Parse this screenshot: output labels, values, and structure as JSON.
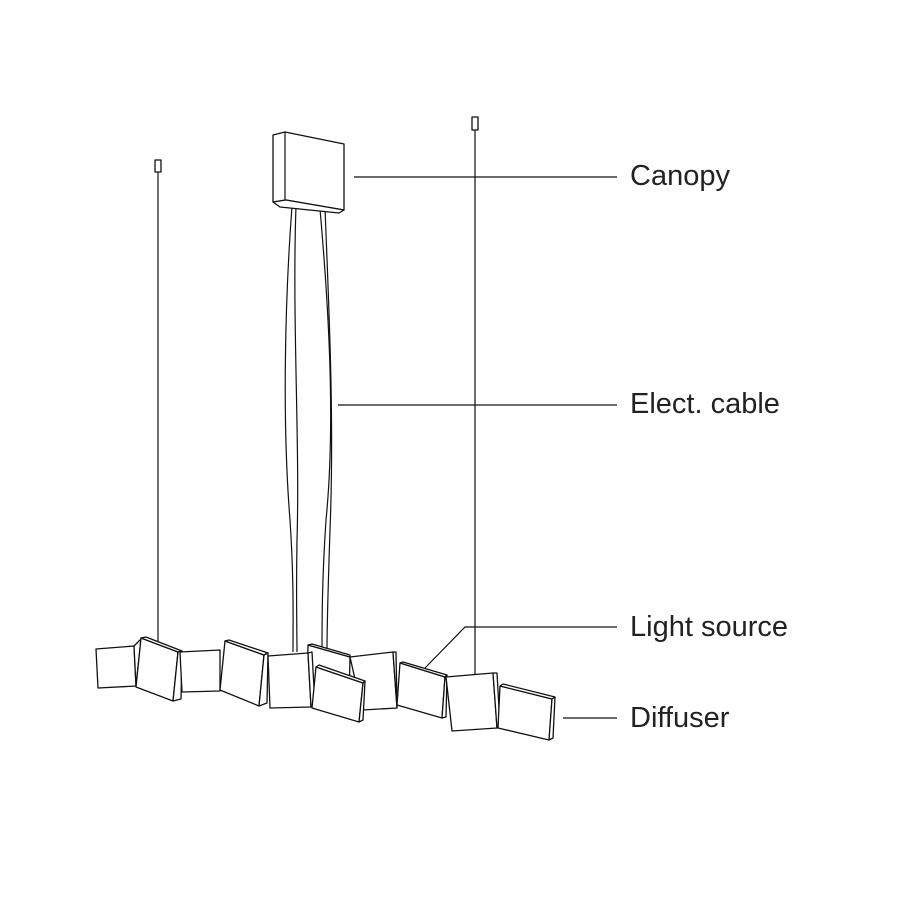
{
  "labels": {
    "canopy": "Canopy",
    "cable": "Elect. cable",
    "light_source": "Light source",
    "diffuser": "Diffuser"
  },
  "colors": {
    "line": "#111111",
    "text": "#222222"
  }
}
